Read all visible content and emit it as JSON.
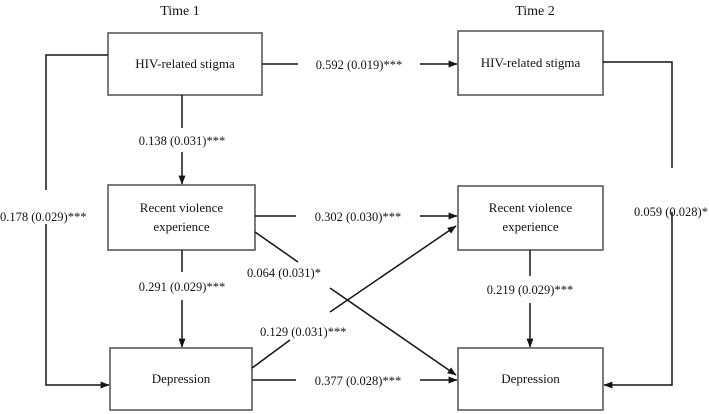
{
  "figure": {
    "type": "path-diagram",
    "columns": [
      {
        "id": "time1",
        "title": "Time 1"
      },
      {
        "id": "time2",
        "title": "Time 2"
      }
    ],
    "nodes": [
      {
        "id": "t1-stigma",
        "label": "HIV-related stigma",
        "line1": "HIV-related stigma",
        "line2": ""
      },
      {
        "id": "t1-violence",
        "label": "Recent violence experience",
        "line1": "Recent violence",
        "line2": "experience"
      },
      {
        "id": "t1-depression",
        "label": "Depression",
        "line1": "Depression",
        "line2": ""
      },
      {
        "id": "t2-stigma",
        "label": "HIV-related stigma",
        "line1": "HIV-related stigma",
        "line2": ""
      },
      {
        "id": "t2-violence",
        "label": "Recent violence experience",
        "line1": "Recent violence",
        "line2": "experience"
      },
      {
        "id": "t2-depression",
        "label": "Depression",
        "line1": "Depression",
        "line2": ""
      }
    ],
    "paths": [
      {
        "id": "stigma-autoregressive",
        "from": "t1-stigma",
        "to": "t2-stigma",
        "estimate": "0.592",
        "se": "0.019",
        "stars": "***",
        "label": "0.592 (0.019)***"
      },
      {
        "id": "t1-stigma-to-t1-violence",
        "from": "t1-stigma",
        "to": "t1-violence",
        "estimate": "0.138",
        "se": "0.031",
        "stars": "***",
        "label": "0.138 (0.031)***"
      },
      {
        "id": "t1-stigma-to-t2-depression",
        "from": "t1-stigma",
        "to": "t2-depression",
        "estimate": "0.178",
        "se": "0.029",
        "stars": "***",
        "label": "0.178 (0.029)***"
      },
      {
        "id": "violence-autoregressive",
        "from": "t1-violence",
        "to": "t2-violence",
        "estimate": "0.302",
        "se": "0.030",
        "stars": "***",
        "label": "0.302 (0.030)***"
      },
      {
        "id": "t1-violence-to-t1-depr",
        "from": "t1-violence",
        "to": "t1-depression",
        "estimate": "0.291",
        "se": "0.029",
        "stars": "***",
        "label": "0.291 (0.029)***"
      },
      {
        "id": "t1-violence-to-t2-depr",
        "from": "t1-violence",
        "to": "t2-depression",
        "estimate": "0.064",
        "se": "0.031",
        "stars": "*",
        "label": "0.064 (0.031)*"
      },
      {
        "id": "t1-depr-to-t2-violence",
        "from": "t1-depression",
        "to": "t2-violence",
        "estimate": "0.129",
        "se": "0.031",
        "stars": "***",
        "label": "0.129 (0.031)***"
      },
      {
        "id": "depression-autoregressive",
        "from": "t1-depression",
        "to": "t2-depression",
        "estimate": "0.377",
        "se": "0.028",
        "stars": "***",
        "label": "0.377 (0.028)***"
      },
      {
        "id": "t2-violence-to-t2-depr",
        "from": "t2-violence",
        "to": "t2-depression",
        "estimate": "0.219",
        "se": "0.029",
        "stars": "***",
        "label": "0.219 (0.029)***"
      },
      {
        "id": "t2-stigma-to-t2-depression",
        "from": "t2-stigma",
        "to": "t2-depression",
        "estimate": "0.059",
        "se": "0.028",
        "stars": "*",
        "label": "0.059 (0.028)*"
      }
    ],
    "colors": {
      "box_stroke": "#595959",
      "line": "#141414",
      "text": "#141414",
      "background": "#ffffff"
    }
  }
}
